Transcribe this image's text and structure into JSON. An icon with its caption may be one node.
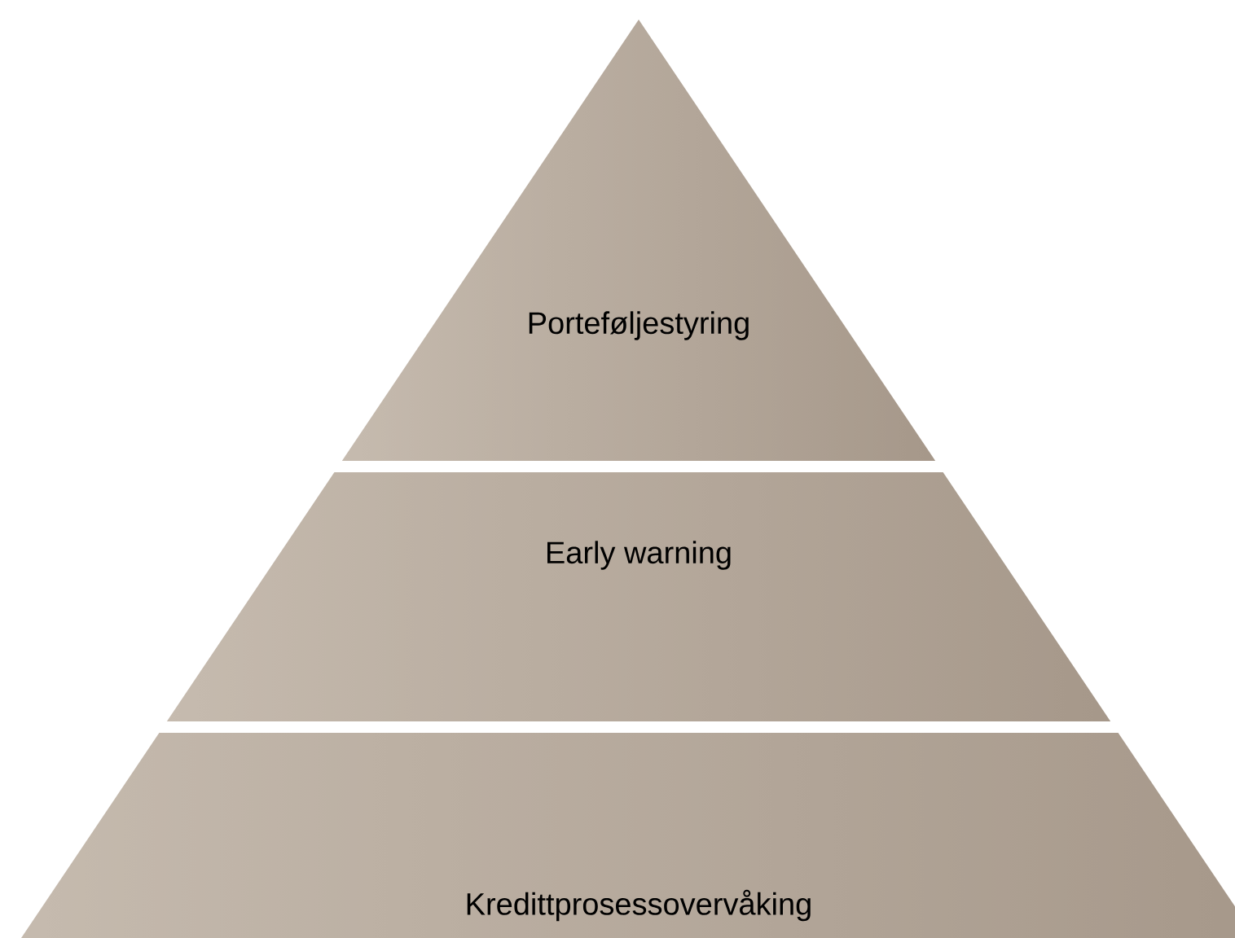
{
  "diagram": {
    "nodes": [
      {
        "text": [
          "Porteføljestyring"
        ]
      },
      {
        "text": [
          "Early warning"
        ]
      },
      {
        "text": [
          "Kredittprosessovervåking"
        ]
      }
    ]
  }
}
